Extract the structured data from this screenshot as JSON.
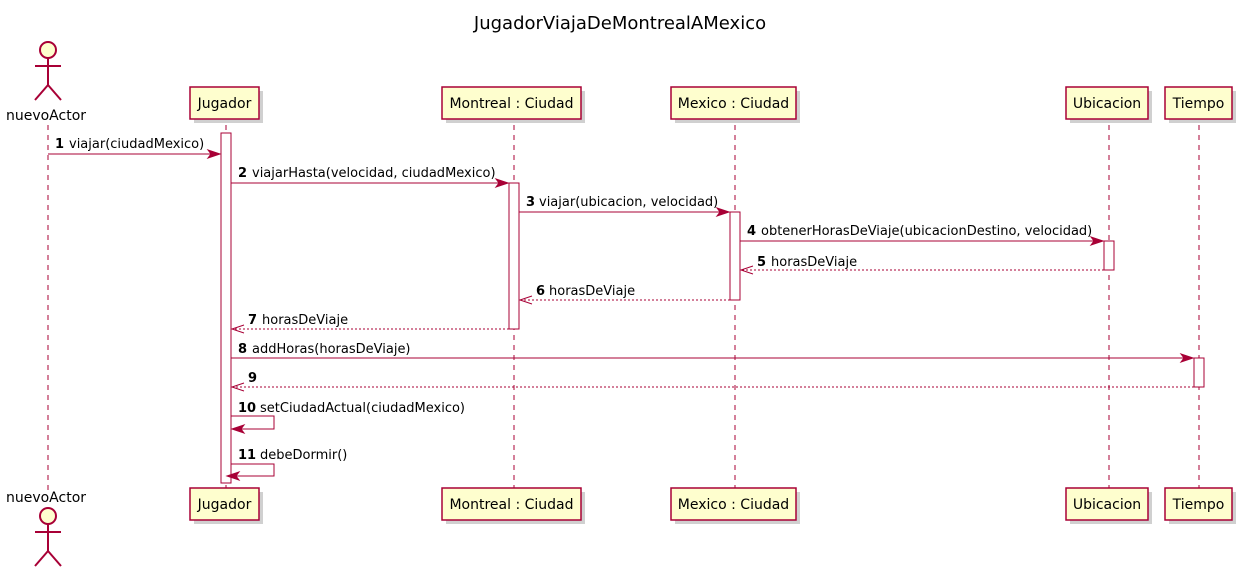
{
  "title": "JugadorViajaDeMontrealAMexico",
  "colors": {
    "border": "#A80036",
    "fill": "#FEFECE"
  },
  "actor": {
    "name": "nuevoActor"
  },
  "participants": [
    {
      "name": "Jugador"
    },
    {
      "name": "Montreal : Ciudad"
    },
    {
      "name": "Mexico : Ciudad"
    },
    {
      "name": "Ubicacion"
    },
    {
      "name": "Tiempo"
    }
  ],
  "messages": [
    {
      "num": "1",
      "label": "viajar(ciudadMexico)"
    },
    {
      "num": "2",
      "label": "viajarHasta(velocidad, ciudadMexico)"
    },
    {
      "num": "3",
      "label": "viajar(ubicacion, velocidad)"
    },
    {
      "num": "4",
      "label": "obtenerHorasDeViaje(ubicacionDestino, velocidad)"
    },
    {
      "num": "5",
      "label": "horasDeViaje"
    },
    {
      "num": "6",
      "label": "horasDeViaje"
    },
    {
      "num": "7",
      "label": "horasDeViaje"
    },
    {
      "num": "8",
      "label": "addHoras(horasDeViaje)"
    },
    {
      "num": "9",
      "label": ""
    },
    {
      "num": "10",
      "label": "setCiudadActual(ciudadMexico)"
    },
    {
      "num": "11",
      "label": "debeDormir()"
    }
  ]
}
